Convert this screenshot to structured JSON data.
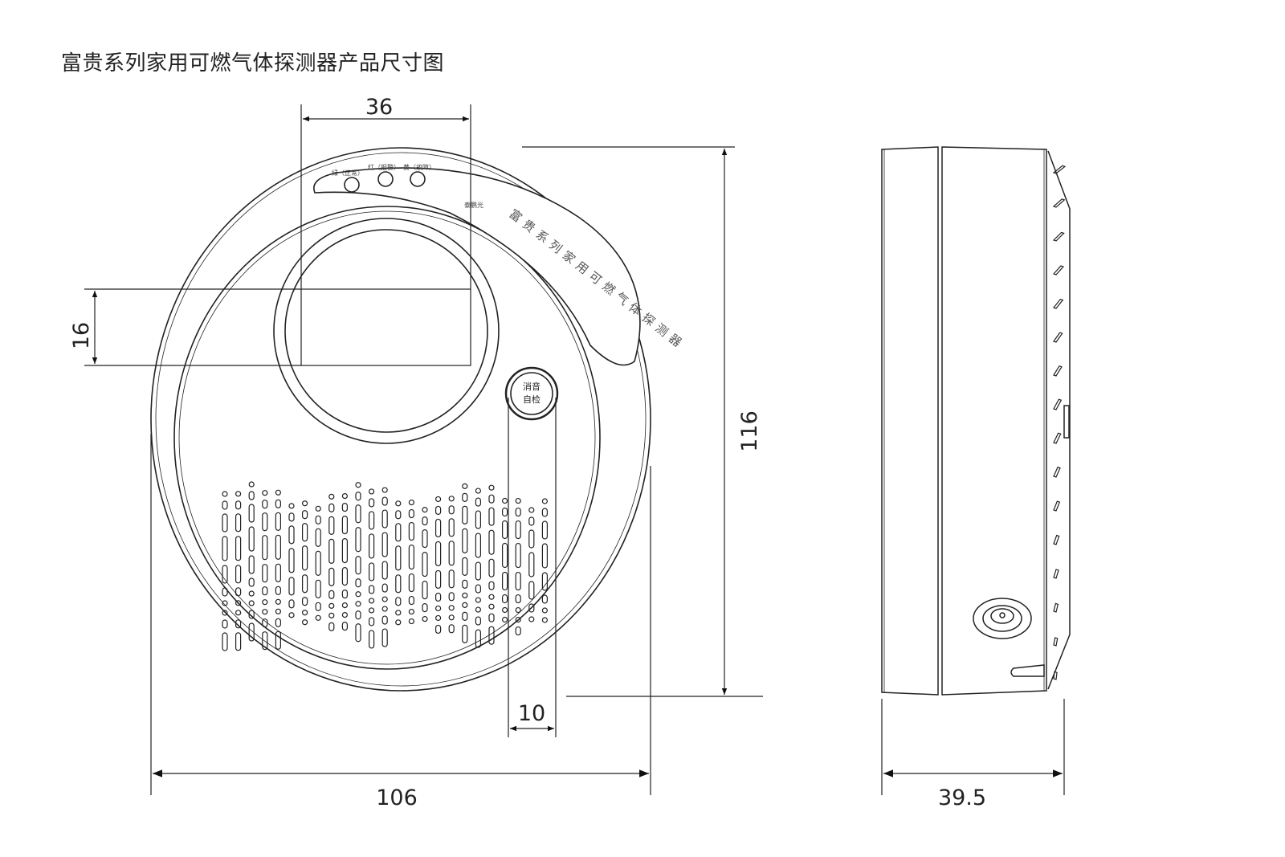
{
  "title": "富贵系列家用可燃气体探测器产品尺寸图",
  "dimensions": {
    "display_width": "36",
    "display_height": "16",
    "height": "116",
    "button_width": "10",
    "width": "106",
    "depth": "39.5"
  },
  "indicators": [
    {
      "label": "绿（正常）"
    },
    {
      "label": "红（报警）"
    },
    {
      "label": "黄（故障）"
    }
  ],
  "band_text": "富贵系列家用可燃气体探测器",
  "button": {
    "line1": "消音",
    "line2": "自检"
  },
  "logo_text": "泰鹏光",
  "colors": {
    "line": "#222222",
    "background": "#ffffff"
  }
}
